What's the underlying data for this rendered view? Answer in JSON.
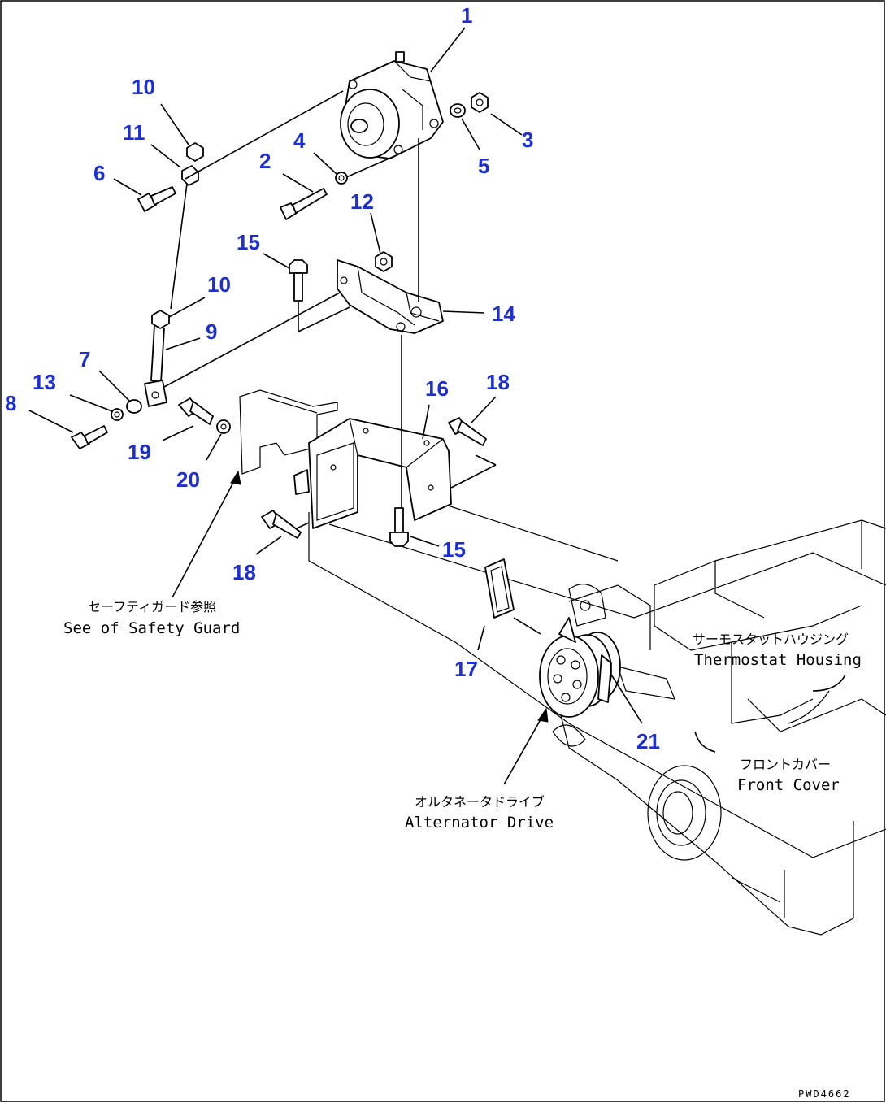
{
  "callouts": [
    {
      "id": "c1",
      "text": "1"
    },
    {
      "id": "c2",
      "text": "2"
    },
    {
      "id": "c3",
      "text": "3"
    },
    {
      "id": "c4",
      "text": "4"
    },
    {
      "id": "c5",
      "text": "5"
    },
    {
      "id": "c6",
      "text": "6"
    },
    {
      "id": "c7",
      "text": "7"
    },
    {
      "id": "c8",
      "text": "8"
    },
    {
      "id": "c9",
      "text": "9"
    },
    {
      "id": "c10a",
      "text": "10"
    },
    {
      "id": "c10b",
      "text": "10"
    },
    {
      "id": "c11",
      "text": "11"
    },
    {
      "id": "c12",
      "text": "12"
    },
    {
      "id": "c13",
      "text": "13"
    },
    {
      "id": "c14",
      "text": "14"
    },
    {
      "id": "c15a",
      "text": "15"
    },
    {
      "id": "c15b",
      "text": "15"
    },
    {
      "id": "c16",
      "text": "16"
    },
    {
      "id": "c17",
      "text": "17"
    },
    {
      "id": "c18a",
      "text": "18"
    },
    {
      "id": "c18b",
      "text": "18"
    },
    {
      "id": "c19",
      "text": "19"
    },
    {
      "id": "c20",
      "text": "20"
    },
    {
      "id": "c21",
      "text": "21"
    }
  ],
  "notes": {
    "safety_guard_ja": "セーフティガード参照",
    "safety_guard_en": "See of Safety Guard",
    "thermostat_ja": "サーモスタットハウジング",
    "thermostat_en": "Thermostat Housing",
    "front_cover_ja": "フロントカバー",
    "front_cover_en": "Front Cover",
    "alternator_ja": "オルタネータドライブ",
    "alternator_en": "Alternator Drive"
  },
  "drawing_code": "PWD4662"
}
